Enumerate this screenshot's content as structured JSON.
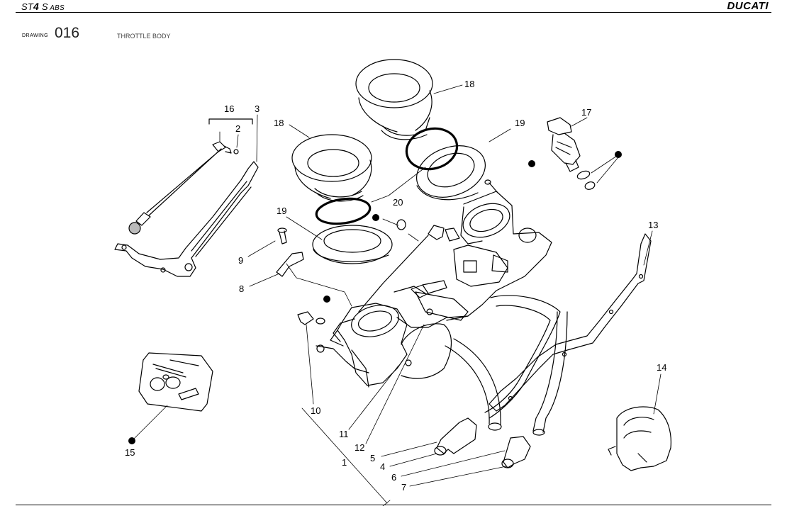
{
  "header": {
    "model_prefix": "ST",
    "model_number": "4",
    "model_suffix": " S",
    "model_abs": " ABS",
    "brand": "DUCATI"
  },
  "drawing": {
    "label": "DRAWING",
    "number": "016",
    "title": "THROTTLE BODY"
  },
  "callouts": {
    "c1": "1",
    "c2": "2",
    "c3": "3",
    "c4": "4",
    "c5": "5",
    "c6": "6",
    "c7": "7",
    "c8": "8",
    "c9": "9",
    "c10": "10",
    "c11": "11",
    "c12": "12",
    "c13": "13",
    "c14": "14",
    "c15": "15",
    "c16": "16",
    "c17": "17",
    "c18a": "18",
    "c18b": "18",
    "c19a": "19",
    "c19b": "19",
    "c20": "20"
  }
}
